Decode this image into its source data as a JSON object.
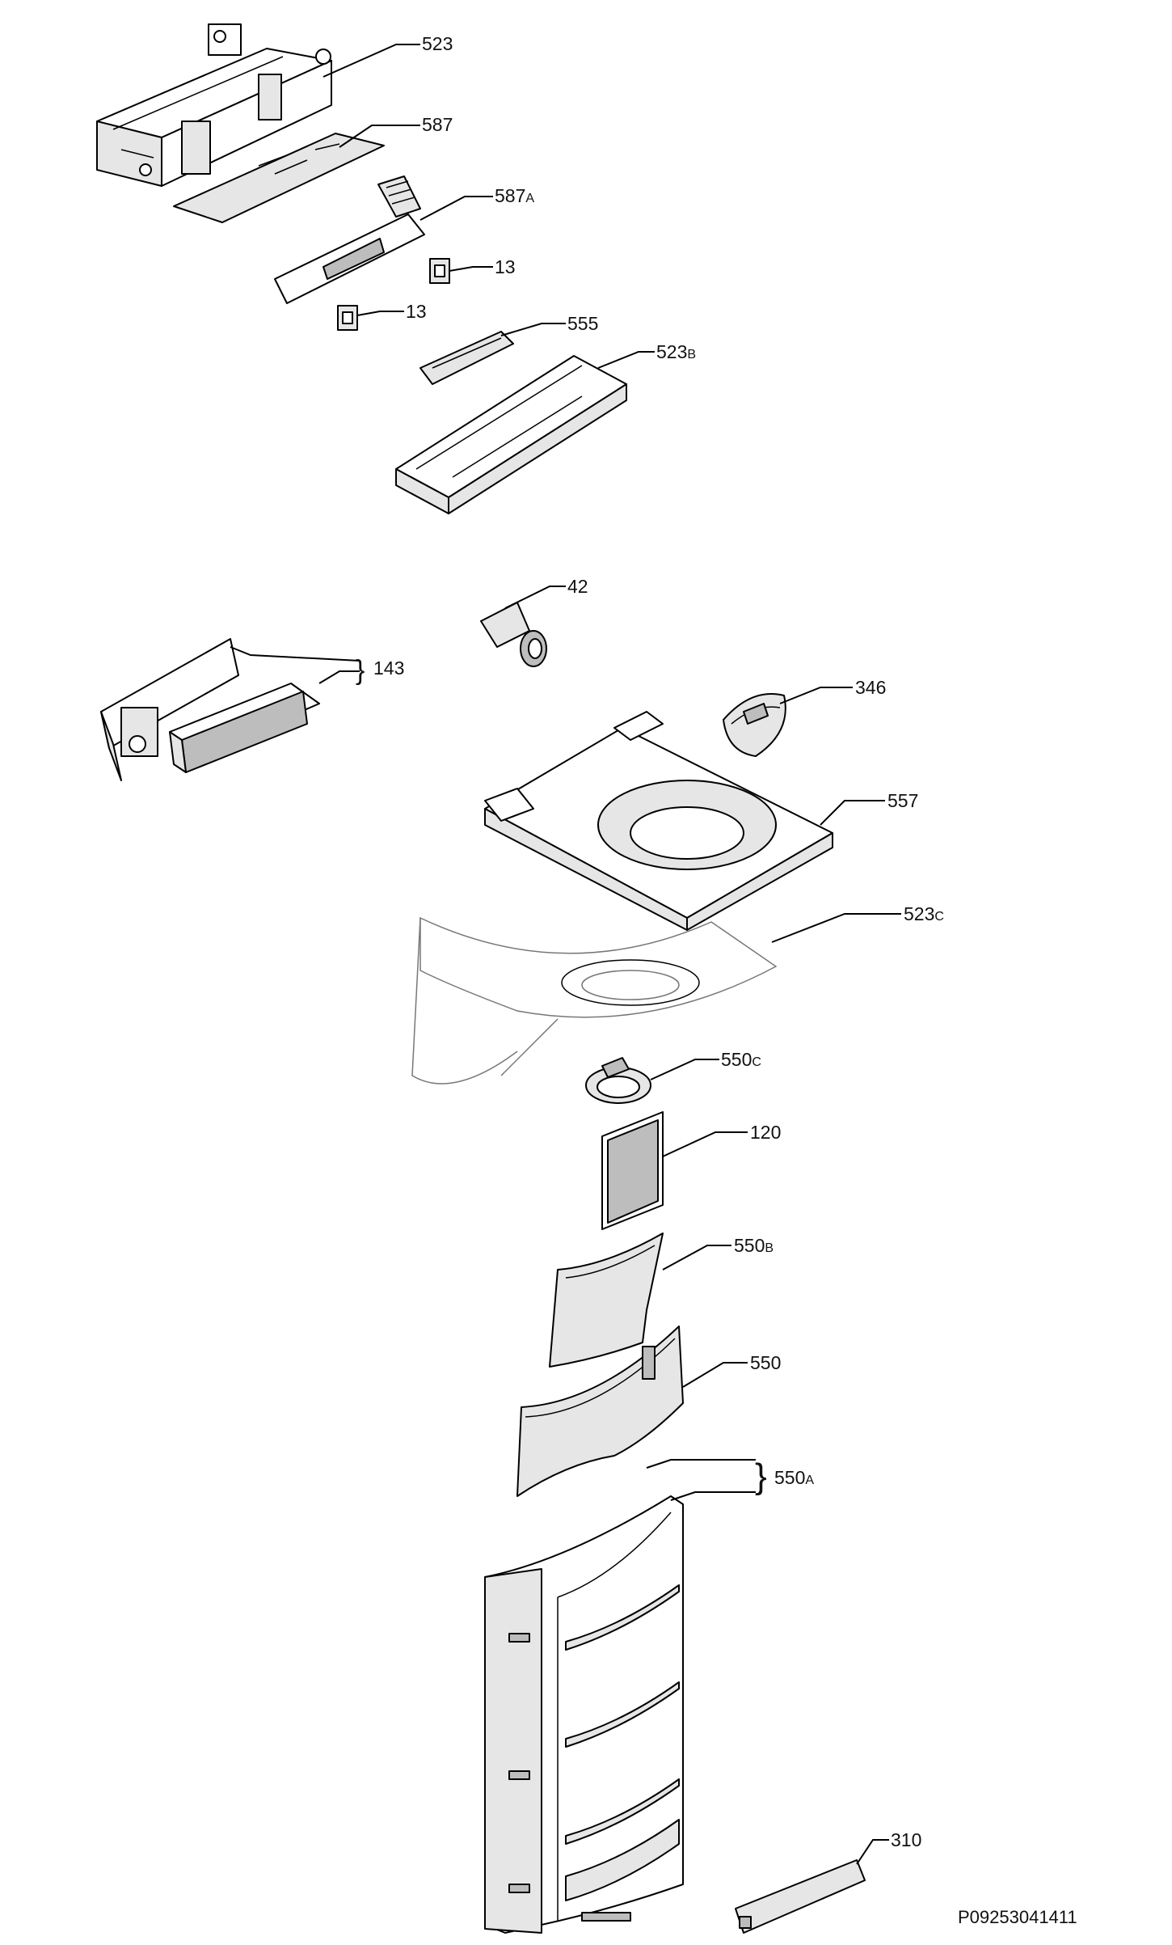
{
  "diagram": {
    "parts": [
      {
        "id": "523",
        "main": "523",
        "suffix": ""
      },
      {
        "id": "587",
        "main": "587",
        "suffix": ""
      },
      {
        "id": "587A",
        "main": "587",
        "suffix": "A"
      },
      {
        "id": "13a",
        "main": "13",
        "suffix": ""
      },
      {
        "id": "13b",
        "main": "13",
        "suffix": ""
      },
      {
        "id": "555",
        "main": "555",
        "suffix": ""
      },
      {
        "id": "523B",
        "main": "523",
        "suffix": "B"
      },
      {
        "id": "42",
        "main": "42",
        "suffix": ""
      },
      {
        "id": "143",
        "main": "143",
        "suffix": ""
      },
      {
        "id": "346",
        "main": "346",
        "suffix": ""
      },
      {
        "id": "557",
        "main": "557",
        "suffix": ""
      },
      {
        "id": "523C",
        "main": "523",
        "suffix": "C"
      },
      {
        "id": "550C",
        "main": "550",
        "suffix": "C"
      },
      {
        "id": "120",
        "main": "120",
        "suffix": ""
      },
      {
        "id": "550B",
        "main": "550",
        "suffix": "B"
      },
      {
        "id": "550",
        "main": "550",
        "suffix": ""
      },
      {
        "id": "550A",
        "main": "550",
        "suffix": "A"
      },
      {
        "id": "310",
        "main": "310",
        "suffix": ""
      }
    ],
    "footer_code": "P09253041411"
  }
}
